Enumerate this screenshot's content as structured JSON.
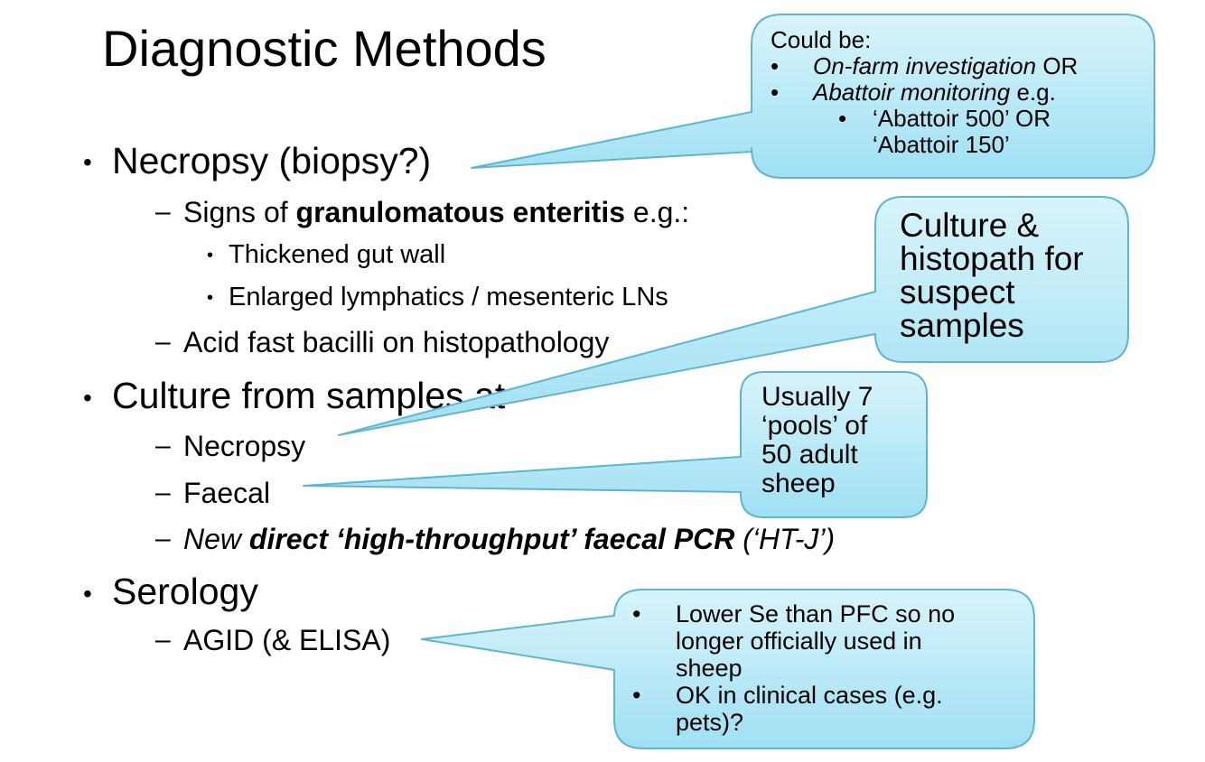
{
  "slide": {
    "title": "Diagnostic Methods",
    "bullets": {
      "necropsy": "Necropsy (biopsy?)",
      "signs_prefix": "Signs of ",
      "signs_bold": "granulomatous enteritis",
      "signs_suffix": " e.g.:",
      "thickened": "Thickened gut wall",
      "enlarged": "Enlarged lymphatics / mesenteric LNs",
      "acid_fast": "Acid fast bacilli on histopathology",
      "culture": "Culture from samples at",
      "culture_necropsy": "Necropsy",
      "culture_faecal": "Faecal",
      "pcr_new": "New ",
      "pcr_bold": "direct ‘high-throughput’ faecal PCR",
      "pcr_suffix": " (‘HT-J’)",
      "serology": "Serology",
      "agid": "AGID (& ELISA)"
    },
    "glyphs": {
      "bullet": "•",
      "dash": "–"
    },
    "callouts": {
      "c1": {
        "heading": "Could be:",
        "item1_italic": "On-farm investigation",
        "item1_suffix": " OR",
        "item2_italic": "Abattoir monitoring",
        "item2_suffix": " e.g.",
        "sub1": "‘Abattoir 500’ OR",
        "sub2": "‘Abattoir 150’"
      },
      "c2": {
        "line1": "Culture &",
        "line2": "histopath for",
        "line3": "suspect",
        "line4": "samples"
      },
      "c3": {
        "line1": "Usually 7",
        "line2": "‘pools’ of",
        "line3": "50 adult",
        "line4": "sheep"
      },
      "c4": {
        "item1_line1": "Lower Se than PFC so no",
        "item1_line2": "longer officially used in",
        "item1_line3": "sheep",
        "item2_line1": "OK in clinical cases (e.g.",
        "item2_line2": "pets)?"
      }
    },
    "colors": {
      "callout_fill_top": "#d8f4fb",
      "callout_fill_bottom": "#9fe0f3",
      "callout_stroke": "#5fb5cf"
    }
  }
}
